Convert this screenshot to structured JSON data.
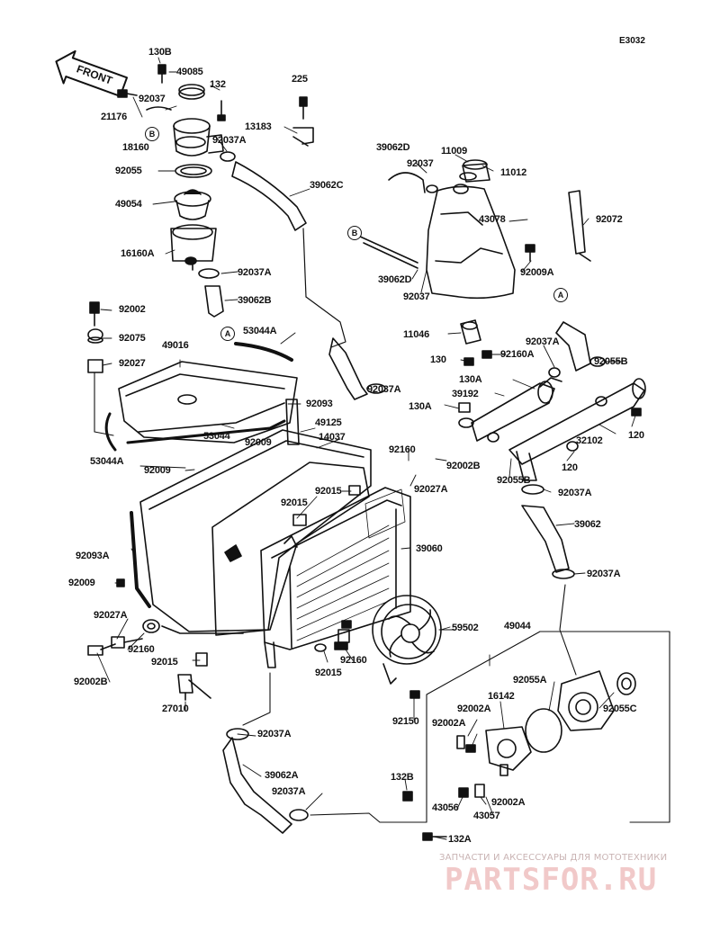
{
  "diagram_code": "E3032",
  "front_label": "FRONT",
  "markers": {
    "a": "A",
    "b": "B"
  },
  "watermark": {
    "subtitle": "ЗАПЧАСТИ И АКСЕССУАРЫ ДЛЯ МОТОТЕХНИКИ",
    "brand": "PARTSFOR.RU",
    "color": "#e8a0a0"
  },
  "part_labels": {
    "p130b_top": "130B",
    "p49085": "49085",
    "p132_top": "132",
    "p225": "225",
    "p92037_top": "92037",
    "p21176": "21176",
    "p13183": "13183",
    "p18160": "18160",
    "p92037a_top": "92037A",
    "p92055": "92055",
    "p39062c": "39062C",
    "p49054": "49054",
    "p16160a": "16160A",
    "p92037a_2": "92037A",
    "p39062b": "39062B",
    "p53044a": "53044A",
    "p92002": "92002",
    "p92075": "92075",
    "p49016": "49016",
    "p92027": "92027",
    "p92093": "92093",
    "p49125": "49125",
    "p53044": "53044",
    "p92009_mid": "92009",
    "p14037": "14037",
    "p53044a_2": "53044A",
    "p92009_2": "92009",
    "p92015_top": "92015",
    "p92015_2": "92015",
    "p92093a": "92093A",
    "p39060": "39060",
    "p92009_3": "92009",
    "p92027a_left": "92027A",
    "p92160_left": "92160",
    "p92002b_left": "92002B",
    "p92015_3": "92015",
    "p27010": "27010",
    "p59502": "59502",
    "p92015_4": "92015",
    "p92160_mid": "92160",
    "p39062d": "39062D",
    "p92037_r": "92037",
    "p11009": "11009",
    "p11012": "11012",
    "p43078": "43078",
    "p92072": "92072",
    "p92009a": "92009A",
    "p39062d_2": "39062D",
    "p92037_r2": "92037",
    "p11046": "11046",
    "p92037a_r": "92037A",
    "p92160a": "92160A",
    "p130": "130",
    "p92055b": "92055B",
    "p130a": "130A",
    "p39192": "39192",
    "p130a_2": "130A",
    "p92037a_mid": "92037A",
    "p92160_r": "92160",
    "p92002b_r": "92002B",
    "p32102": "32102",
    "p120_1": "120",
    "p120_2": "120",
    "p92027a_r": "92027A",
    "p92055b_2": "92055B",
    "p92037a_r3": "92037A",
    "p39062": "39062",
    "p92037a_r4": "92037A",
    "p49044": "49044",
    "p92055a": "92055A",
    "p16142": "16142",
    "p92002a_1": "92002A",
    "p92150": "92150",
    "p92002a_2": "92002A",
    "p92055c": "92055C",
    "p92037a_low": "92037A",
    "p39062a": "39062A",
    "p92037a_low2": "92037A",
    "p132b": "132B",
    "p43056": "43056",
    "p92002a_3": "92002A",
    "p43057": "43057",
    "p132a": "132A"
  }
}
